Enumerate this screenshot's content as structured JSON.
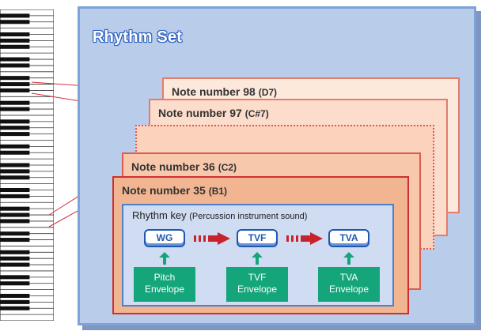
{
  "title": "Rhythm Set",
  "notes": [
    {
      "name": "Note number 98",
      "key": "(D7)"
    },
    {
      "name": "Note number 97",
      "key": "(C#7)"
    },
    {
      "name": "Note number 36",
      "key": "(C2)"
    },
    {
      "name": "Note number 35",
      "key": "(B1)"
    }
  ],
  "rhythm_key": {
    "label": "Rhythm key",
    "sublabel": "(Percussion instrument sound)"
  },
  "chain": [
    "WG",
    "TVF",
    "TVA"
  ],
  "envelopes": [
    {
      "line1": "Pitch",
      "line2": "Envelope"
    },
    {
      "line1": "TVF",
      "line2": "Envelope"
    },
    {
      "line1": "TVA",
      "line2": "Envelope"
    }
  ],
  "colors": {
    "panel": "#b9cce9",
    "accent_blue": "#1d58b2",
    "envelope_green": "#15a57a",
    "flow_red": "#c8232c"
  }
}
